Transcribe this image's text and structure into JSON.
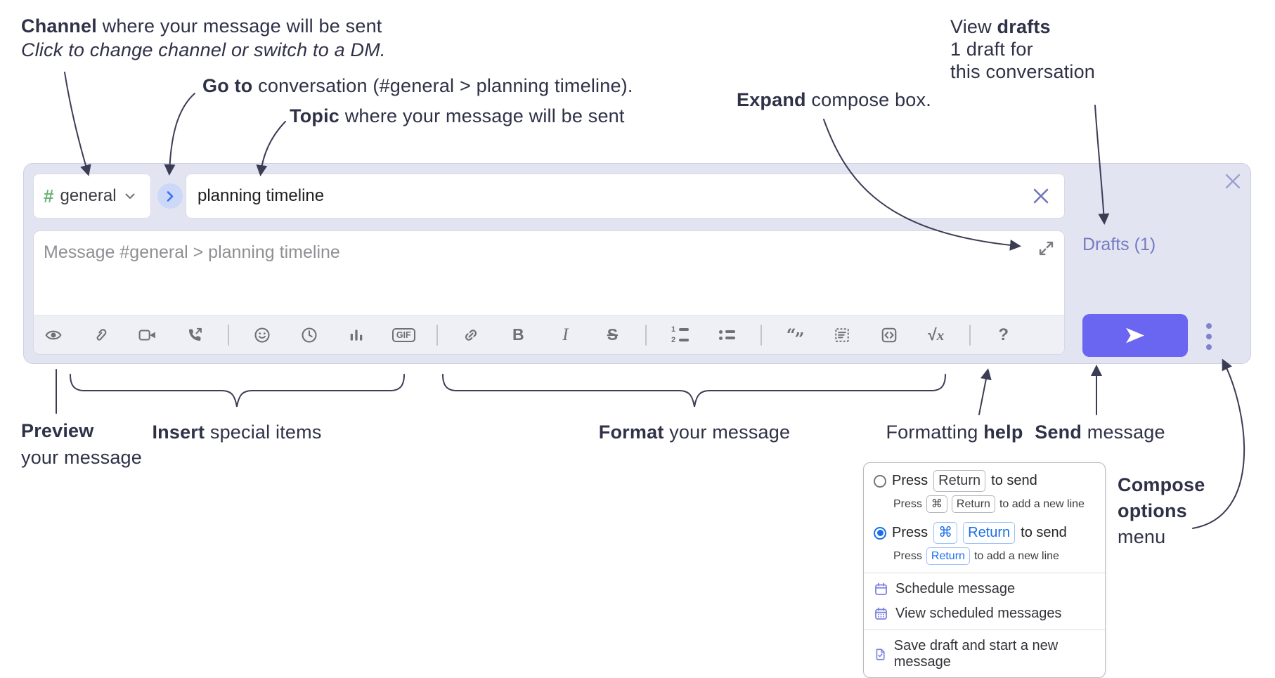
{
  "colors": {
    "compose_bg": "#e2e4f2",
    "send_button": "#6a66f1",
    "drafts_link": "#757bc1",
    "hash_green": "#69b374",
    "go_chevron_blue": "#3b6cf2",
    "toolbar_icon_gray": "#6f7075",
    "annotation_navy": "#2f3147",
    "keycap_blue": "#1a6fe8",
    "menu_icon_purple": "#7d82dd"
  },
  "ann": {
    "channel_bold": "Channel",
    "channel_rest": " where your message will be sent",
    "channel_sub": "Click to change channel or switch to a DM.",
    "goto_bold": "Go to",
    "goto_rest": " conversation (#general > planning timeline).",
    "topic_bold": "Topic",
    "topic_rest": " where your message will be sent",
    "expand_bold": "Expand",
    "expand_rest": " compose box.",
    "drafts_pre": "View ",
    "drafts_bold": "drafts",
    "drafts_line2": "1 draft for",
    "drafts_line3": "this conversation",
    "preview_bold": "Preview",
    "preview_line2": "your message",
    "insert_bold": "Insert",
    "insert_rest": " special items",
    "format_bold": "Format",
    "format_rest": " your message",
    "help_pre": "Formatting ",
    "help_bold": "help",
    "send_bold": "Send",
    "send_rest": " message",
    "co_line1": "Compose",
    "co_line2": "options",
    "co_line3": "menu"
  },
  "compose": {
    "channel_hash": "#",
    "channel_name": "general",
    "topic_value": "planning timeline",
    "message_placeholder": "Message #general > planning timeline",
    "drafts_label": "Drafts (1)"
  },
  "toolbar": {
    "icons": [
      "preview",
      "attach-file",
      "video-call",
      "voice-call",
      "emoji",
      "time",
      "poll",
      "gif",
      "link",
      "bold",
      "italic",
      "strikethrough",
      "numbered-list",
      "bulleted-list",
      "quote",
      "spoiler",
      "code",
      "math",
      "help"
    ],
    "gif": "GIF",
    "bold": "B",
    "italic": "I",
    "strike": "S",
    "ol1": "1",
    "ol2": "2",
    "quote_open": "“",
    "quote_close": "”",
    "math_radical": "√",
    "math_x": "x",
    "help": "?"
  },
  "popup": {
    "opt1_pre": "Press",
    "opt1_key": "Return",
    "opt1_post": "to send",
    "opt1_sub_pre": "Press",
    "opt1_sub_key1": "⌘",
    "opt1_sub_key2": "Return",
    "opt1_sub_post": "to add a new line",
    "opt2_pre": "Press",
    "opt2_key1": "⌘",
    "opt2_key2": "Return",
    "opt2_post": "to send",
    "opt2_sub_pre": "Press",
    "opt2_sub_key": "Return",
    "opt2_sub_post": "to add a new line",
    "items": [
      {
        "icon": "calendar-icon",
        "label": "Schedule message"
      },
      {
        "icon": "calendar-grid-icon",
        "label": "View scheduled messages"
      },
      {
        "icon": "draft-file-icon",
        "label": "Save draft and start a new message"
      }
    ]
  }
}
